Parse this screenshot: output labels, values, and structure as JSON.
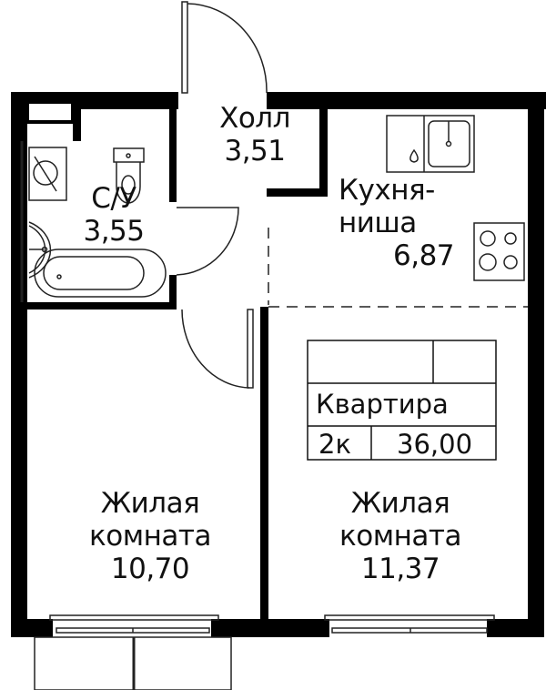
{
  "rooms": {
    "hall": {
      "name": "Холл",
      "area": "3,51"
    },
    "bathroom": {
      "name": "С/У",
      "area": "3,55"
    },
    "kitchen": {
      "name_line1": "Кухня-",
      "name_line2": "ниша",
      "area": "6,87"
    },
    "living_left": {
      "name_line1": "Жилая",
      "name_line2": "комната",
      "area": "10,70"
    },
    "living_right": {
      "name_line1": "Жилая",
      "name_line2": "комната",
      "area": "11,37"
    }
  },
  "apartment_table": {
    "title": "Квартира",
    "rooms": "2к",
    "total_area": "36,00"
  },
  "colors": {
    "wall": "#000000",
    "line": "#222222",
    "background": "#ffffff"
  }
}
